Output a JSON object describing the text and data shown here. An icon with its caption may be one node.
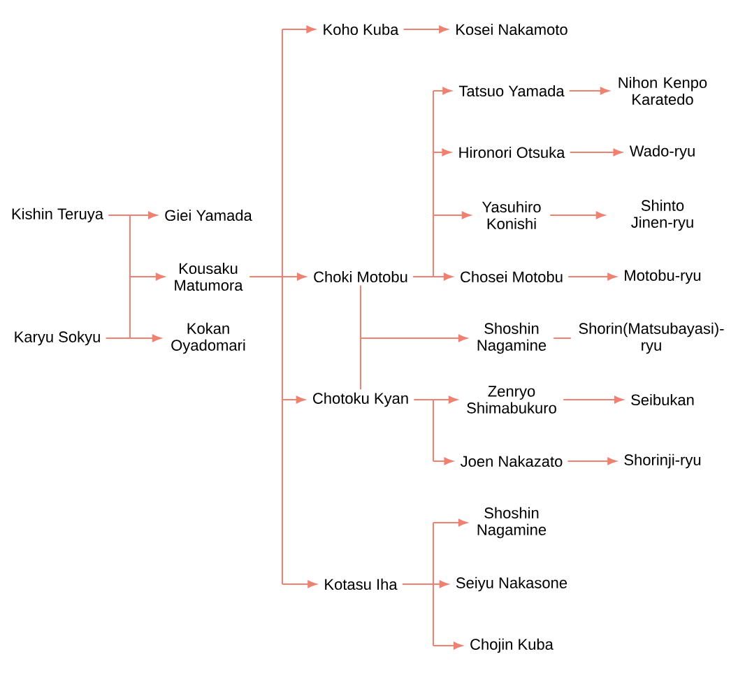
{
  "diagram": {
    "nodes": [
      {
        "text": [
          "Kishin Teruya"
        ]
      },
      {
        "text": [
          "Karyu Sokyu"
        ]
      },
      {
        "text": [
          "Giei Yamada"
        ]
      },
      {
        "text": [
          "Kousaku Matumora"
        ]
      },
      {
        "text": [
          "Kokan Oyadomari"
        ]
      },
      {
        "text": [
          "Koho Kuba"
        ]
      },
      {
        "text": [
          "Kosei Nakamoto"
        ]
      },
      {
        "text": [
          "Choki Motobu"
        ]
      },
      {
        "text": [
          "Tatsuo Yamada"
        ]
      },
      {
        "text": [
          "Nihon Kenpo Karatedo"
        ]
      },
      {
        "text": [
          "Hironori Otsuka"
        ]
      },
      {
        "text": [
          "Wado-ryu"
        ]
      },
      {
        "text": [
          "Yasuhiro Konishi"
        ]
      },
      {
        "text": [
          "Shinto Jinen-ryu"
        ]
      },
      {
        "text": [
          "Chosei Motobu"
        ]
      },
      {
        "text": [
          "Motobu-ryu"
        ]
      },
      {
        "text": [
          "Shoshin Nagamine"
        ]
      },
      {
        "text": [
          "Shorin(Matsubayasi)-ryu"
        ]
      },
      {
        "text": [
          "Chotoku Kyan"
        ]
      },
      {
        "text": [
          "Zenryo Shimabukuro"
        ]
      },
      {
        "text": [
          "Seibukan"
        ]
      },
      {
        "text": [
          "Joen Nakazato"
        ]
      },
      {
        "text": [
          "Shorinji-ryu"
        ]
      },
      {
        "text": [
          "Kotasu Iha"
        ]
      },
      {
        "text": [
          "Shoshin Nagamine"
        ]
      },
      {
        "text": [
          "Seiyu Nakasone"
        ]
      },
      {
        "text": [
          "Chojin Kuba"
        ]
      }
    ],
    "edges": [
      {
        "from": 0,
        "to": 2,
        "arrow": "to"
      },
      {
        "from": 0,
        "to": 3,
        "arrow": "to"
      },
      {
        "from": 0,
        "to": 4,
        "arrow": "to"
      },
      {
        "from": 1,
        "to": 2,
        "arrow": "to"
      },
      {
        "from": 1,
        "to": 3,
        "arrow": "to"
      },
      {
        "from": 1,
        "to": 4,
        "arrow": "to"
      },
      {
        "from": 3,
        "to": 5,
        "arrow": "to"
      },
      {
        "from": 3,
        "to": 7,
        "arrow": "to"
      },
      {
        "from": 3,
        "to": 18,
        "arrow": "to"
      },
      {
        "from": 3,
        "to": 23,
        "arrow": "to"
      },
      {
        "from": 5,
        "to": 6,
        "arrow": "to"
      },
      {
        "from": 7,
        "to": 8,
        "arrow": "to"
      },
      {
        "from": 7,
        "to": 10,
        "arrow": "to"
      },
      {
        "from": 7,
        "to": 12,
        "arrow": "to"
      },
      {
        "from": 7,
        "to": 14,
        "arrow": "to"
      },
      {
        "from": 7,
        "to": 16,
        "arrow": "to"
      },
      {
        "from": 8,
        "to": 9,
        "arrow": "to"
      },
      {
        "from": 10,
        "to": 11,
        "arrow": "to"
      },
      {
        "from": 12,
        "to": 13,
        "arrow": "to"
      },
      {
        "from": 14,
        "to": 15,
        "arrow": "to"
      },
      {
        "from": 16,
        "to": 17,
        "arrow": "none"
      },
      {
        "from": 18,
        "to": 16,
        "arrow": "to"
      },
      {
        "from": 18,
        "to": 19,
        "arrow": "to"
      },
      {
        "from": 18,
        "to": 21,
        "arrow": "to"
      },
      {
        "from": 19,
        "to": 20,
        "arrow": "to"
      },
      {
        "from": 21,
        "to": 22,
        "arrow": "to"
      },
      {
        "from": 23,
        "to": 24,
        "arrow": "to"
      },
      {
        "from": 23,
        "to": 25,
        "arrow": "to"
      },
      {
        "from": 23,
        "to": 26,
        "arrow": "to"
      }
    ]
  }
}
